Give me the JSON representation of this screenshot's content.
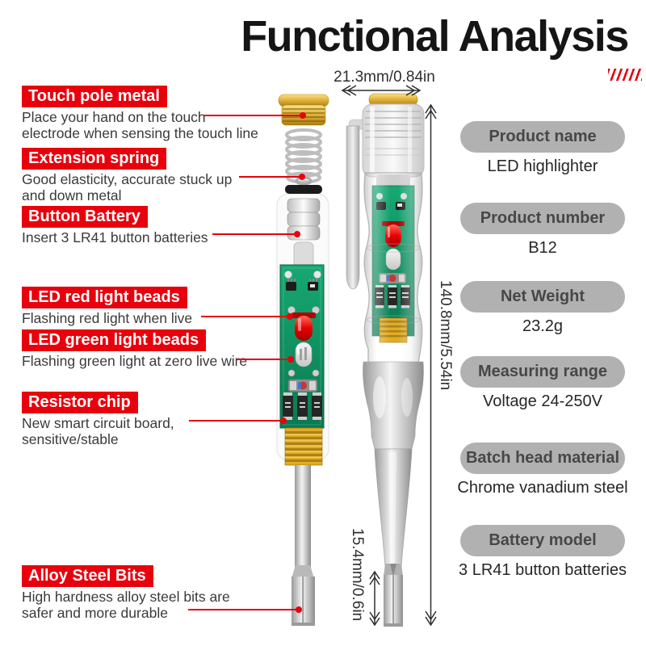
{
  "title": "Functional Analysis",
  "annotations": [
    {
      "title": "Touch pole metal",
      "desc": "Place your hand on the touch\nelectrode when sensing the touch line"
    },
    {
      "title": "Extension spring",
      "desc": "Good elasticity, accurate stuck up\nand down metal"
    },
    {
      "title": "Button Battery",
      "desc": "Insert 3 LR41 button batteries"
    },
    {
      "title": "LED red light beads",
      "desc": "Flashing red light when live"
    },
    {
      "title": "LED green light beads",
      "desc": "Flashing green light at zero live wire"
    },
    {
      "title": "Resistor chip",
      "desc": "New smart circuit board,\nsensitive/stable"
    },
    {
      "title": "Alloy Steel Bits",
      "desc": "High hardness alloy steel bits are\nsafer and more durable"
    }
  ],
  "dimensions": {
    "cap_width": "21.3mm/0.84in",
    "body_length": "140.8mm/5.54in",
    "tip_length": "15.4mm/0.6in"
  },
  "specs": [
    {
      "label": "Product name",
      "value": "LED highlighter"
    },
    {
      "label": "Product number",
      "value": "B12"
    },
    {
      "label": "Net Weight",
      "value": "23.2g"
    },
    {
      "label": "Measuring range",
      "value": "Voltage 24-250V"
    },
    {
      "label": "Batch head material",
      "value": "Chrome vanadium steel"
    },
    {
      "label": "Battery model",
      "value": "3 LR41 button batteries"
    }
  ],
  "colors": {
    "accent_red": "#e8000d",
    "pill_gray": "#b1b1b1",
    "pcb_green": "#0e9467",
    "gold": "#e0ac25",
    "text_dark": "#2e2e2e"
  }
}
